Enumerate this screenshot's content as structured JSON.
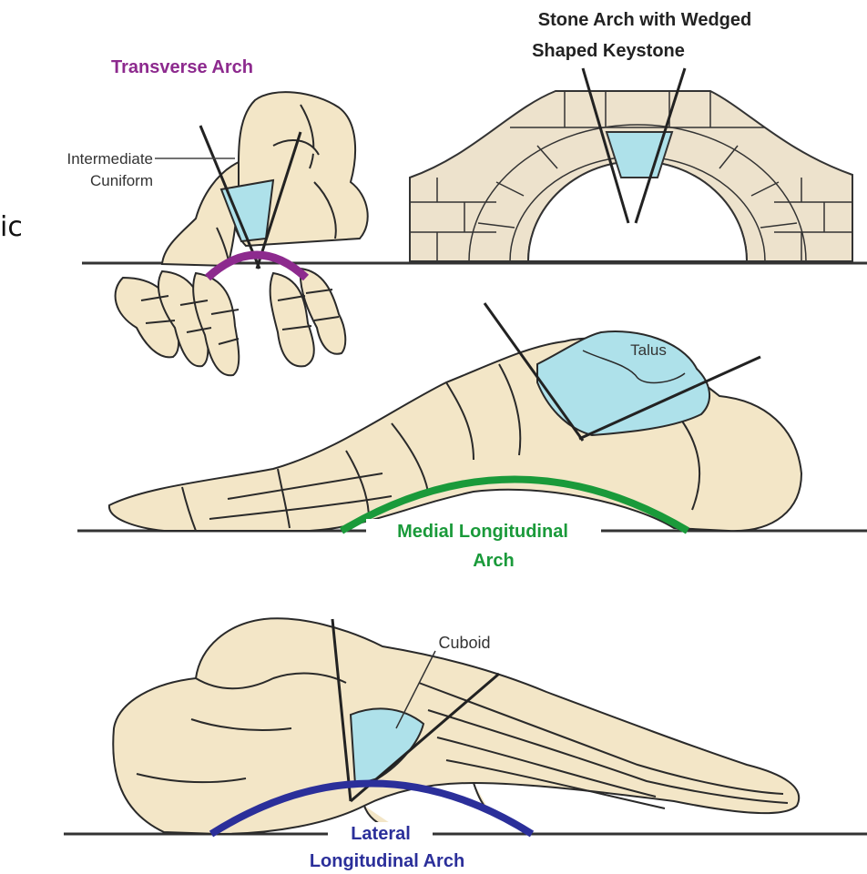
{
  "title_transverse": "Transverse Arch",
  "label_intermediate_1": "Intermediate",
  "label_intermediate_2": "Cuniform",
  "title_stone_1": "Stone Arch with Wedged",
  "title_stone_2": "Shaped Keystone",
  "label_talus": "Talus",
  "label_medial_1": "Medial Longitudinal",
  "label_medial_2": "Arch",
  "label_cuboid": "Cuboid",
  "label_lateral_1": "Lateral",
  "label_lateral_2": "Longitudinal Arch",
  "edge_fragment": "ic",
  "colors": {
    "bone": "#f3e6c7",
    "bone_stroke": "#2a2a2a",
    "keystone": "#aee1ea",
    "transverse": "#8d2a8e",
    "medial": "#1a9a3a",
    "lateral": "#2b2f9a",
    "ground": "#333333",
    "title_stone": "#222222",
    "title_transverse": "#8d2a8e"
  }
}
